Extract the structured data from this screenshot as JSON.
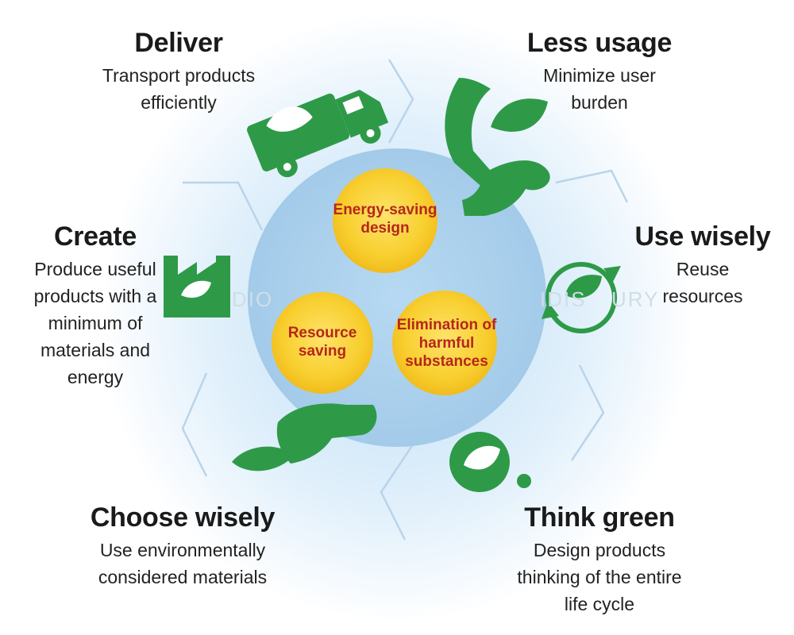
{
  "center": {
    "items": [
      {
        "label": "Energy-saving design"
      },
      {
        "label": "Resource saving"
      },
      {
        "label": "Elimination of harmful substances"
      }
    ]
  },
  "stages": [
    {
      "id": "deliver",
      "title": "Deliver",
      "desc": "Transport products efficiently",
      "icon": "truck-icon"
    },
    {
      "id": "less-usage",
      "title": "Less usage",
      "desc": "Minimize user burden",
      "icon": "hands-leaf-icon"
    },
    {
      "id": "use-wisely",
      "title": "Use wisely",
      "desc": "Reuse resources",
      "icon": "recycle-icon"
    },
    {
      "id": "think-green",
      "title": "Think green",
      "desc": "Design products thinking of the entire life cycle",
      "icon": "magnifier-leaf-icon"
    },
    {
      "id": "choose-wisely",
      "title": "Choose wisely",
      "desc": "Use environmentally considered materials",
      "icon": "hand-leaf-icon"
    },
    {
      "id": "create",
      "title": "Create",
      "desc": "Produce useful products with a minimum of materials and energy",
      "icon": "factory-icon"
    }
  ],
  "colors": {
    "icon_green": "#2e9a48",
    "center_circle": "#a9d0ec",
    "bubble_yellow": "#f8cf2f",
    "center_text": "#b7261b",
    "connector": "#b9d4ea"
  }
}
